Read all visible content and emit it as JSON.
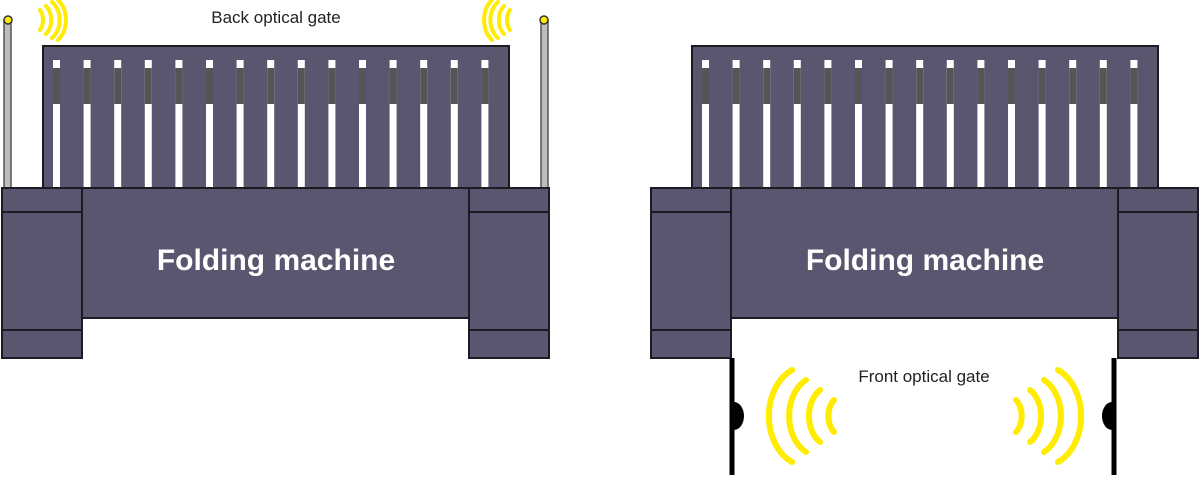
{
  "machines": [
    {
      "label": "Folding machine",
      "gate_label": "Back optical gate",
      "gate_type": "back"
    },
    {
      "label": "Folding machine",
      "gate_label": "Front optical gate",
      "gate_type": "front"
    }
  ],
  "colors": {
    "machine_body": "#5b5670",
    "outline": "#1c1b24",
    "slot": "#ffffff",
    "slot_top": "#555555",
    "signal": "#ffec00",
    "post": "#bdbdbd",
    "sensor": "#000000",
    "label_text": "#ffffff",
    "caption_text": "#222222"
  },
  "icons": {
    "signal": "signal-waves-icon",
    "sensor": "optical-sensor-icon"
  }
}
